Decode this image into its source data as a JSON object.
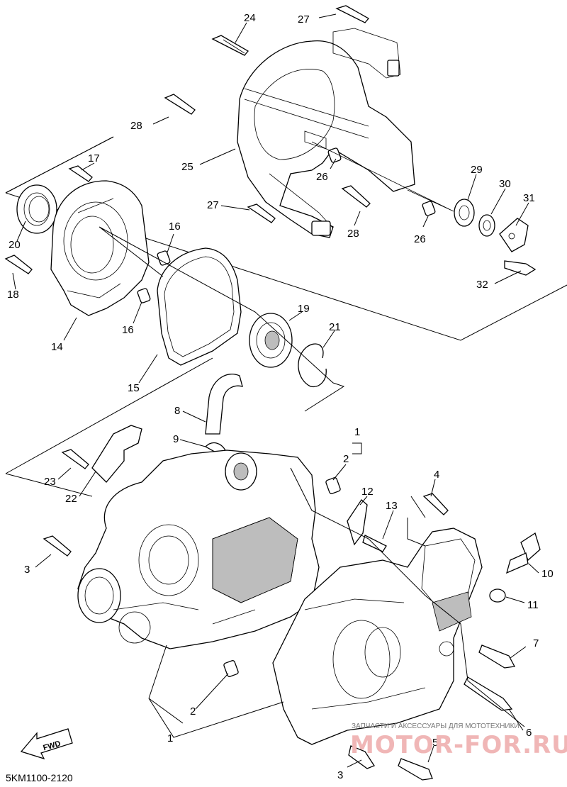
{
  "diagram": {
    "code": "5KM1100-2120",
    "fwd_label": "FWD",
    "labels": [
      {
        "id": "24a",
        "text": "24"
      },
      {
        "id": "27a",
        "text": "27"
      },
      {
        "id": "28a",
        "text": "28"
      },
      {
        "id": "25a",
        "text": "25"
      },
      {
        "id": "26a",
        "text": "26"
      },
      {
        "id": "27b",
        "text": "27"
      },
      {
        "id": "28b",
        "text": "28"
      },
      {
        "id": "26b",
        "text": "26"
      },
      {
        "id": "29a",
        "text": "29"
      },
      {
        "id": "30a",
        "text": "30"
      },
      {
        "id": "31a",
        "text": "31"
      },
      {
        "id": "32a",
        "text": "32"
      },
      {
        "id": "17a",
        "text": "17"
      },
      {
        "id": "20a",
        "text": "20"
      },
      {
        "id": "16a",
        "text": "16"
      },
      {
        "id": "16b",
        "text": "16"
      },
      {
        "id": "18a",
        "text": "18"
      },
      {
        "id": "14a",
        "text": "14"
      },
      {
        "id": "19a",
        "text": "19"
      },
      {
        "id": "21a",
        "text": "21"
      },
      {
        "id": "15a",
        "text": "15"
      },
      {
        "id": "8a",
        "text": "8"
      },
      {
        "id": "9a",
        "text": "9"
      },
      {
        "id": "1a",
        "text": "1"
      },
      {
        "id": "2a",
        "text": "2"
      },
      {
        "id": "23a",
        "text": "23"
      },
      {
        "id": "22a",
        "text": "22"
      },
      {
        "id": "4a",
        "text": "4"
      },
      {
        "id": "12a",
        "text": "12"
      },
      {
        "id": "13a",
        "text": "13"
      },
      {
        "id": "3a",
        "text": "3"
      },
      {
        "id": "10a",
        "text": "10"
      },
      {
        "id": "11a",
        "text": "11"
      },
      {
        "id": "7a",
        "text": "7"
      },
      {
        "id": "2b",
        "text": "2"
      },
      {
        "id": "1b",
        "text": "1"
      },
      {
        "id": "6a",
        "text": "6"
      },
      {
        "id": "5a",
        "text": "5"
      },
      {
        "id": "3b",
        "text": "3"
      }
    ]
  },
  "watermark": {
    "line1": "ЗАПЧАСТИ И АКСЕССУАРЫ ДЛЯ МОТОТЕХНИКИ",
    "line2": "MOTOR-FOR.RU"
  }
}
